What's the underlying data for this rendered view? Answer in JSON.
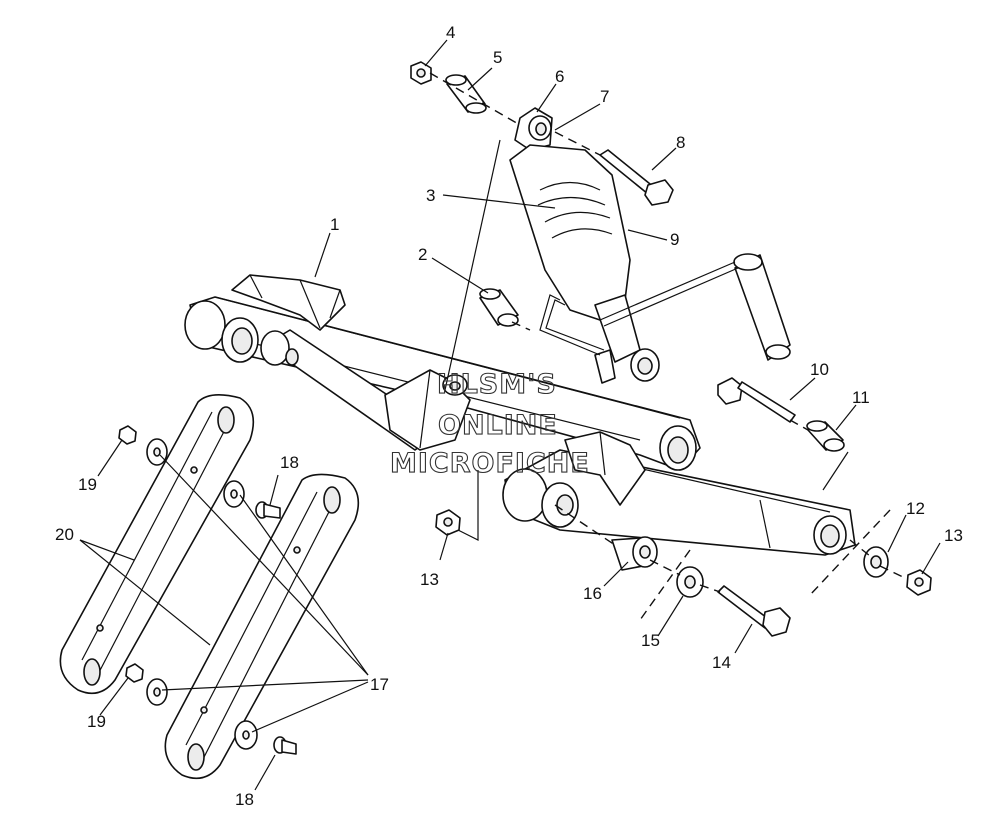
{
  "callouts": [
    {
      "id": "1",
      "text": "1"
    },
    {
      "id": "2",
      "text": "2"
    },
    {
      "id": "3",
      "text": "3"
    },
    {
      "id": "4",
      "text": "4"
    },
    {
      "id": "5",
      "text": "5"
    },
    {
      "id": "6",
      "text": "6"
    },
    {
      "id": "7",
      "text": "7"
    },
    {
      "id": "8",
      "text": "8"
    },
    {
      "id": "9",
      "text": "9"
    },
    {
      "id": "10",
      "text": "10"
    },
    {
      "id": "11",
      "text": "11"
    },
    {
      "id": "12",
      "text": "12"
    },
    {
      "id": "13a",
      "text": "13"
    },
    {
      "id": "13b",
      "text": "13"
    },
    {
      "id": "14",
      "text": "14"
    },
    {
      "id": "15",
      "text": "15"
    },
    {
      "id": "16",
      "text": "16"
    },
    {
      "id": "17",
      "text": "17"
    },
    {
      "id": "18a",
      "text": "18"
    },
    {
      "id": "18b",
      "text": "18"
    },
    {
      "id": "19a",
      "text": "19"
    },
    {
      "id": "19b",
      "text": "19"
    },
    {
      "id": "20",
      "text": "20"
    }
  ],
  "watermark": {
    "line1": "HLSM'S",
    "line2": "ONLINE",
    "line3": "MICROFICHE"
  }
}
